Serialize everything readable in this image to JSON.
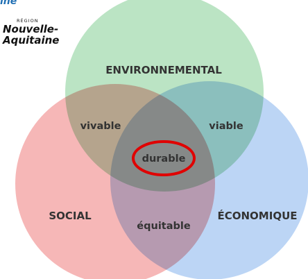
{
  "header": {
    "top_text": "ine"
  },
  "logo": {
    "region_label": "RÉGION",
    "line1": "Nouvelle-",
    "line2": "Aquitaine"
  },
  "diagram": {
    "circles": [
      {
        "name": "ENVIRONNEMENTAL",
        "color": "#a8dcb4"
      },
      {
        "name": "SOCIAL",
        "color": "#f4a3a3"
      },
      {
        "name": "ÉCONOMIQUE",
        "color": "#a9c9f2"
      }
    ],
    "intersections": {
      "env_social": "vivable",
      "env_eco": "viable",
      "social_eco": "équitable",
      "center": "durable"
    },
    "highlight_color": "#e00000"
  }
}
